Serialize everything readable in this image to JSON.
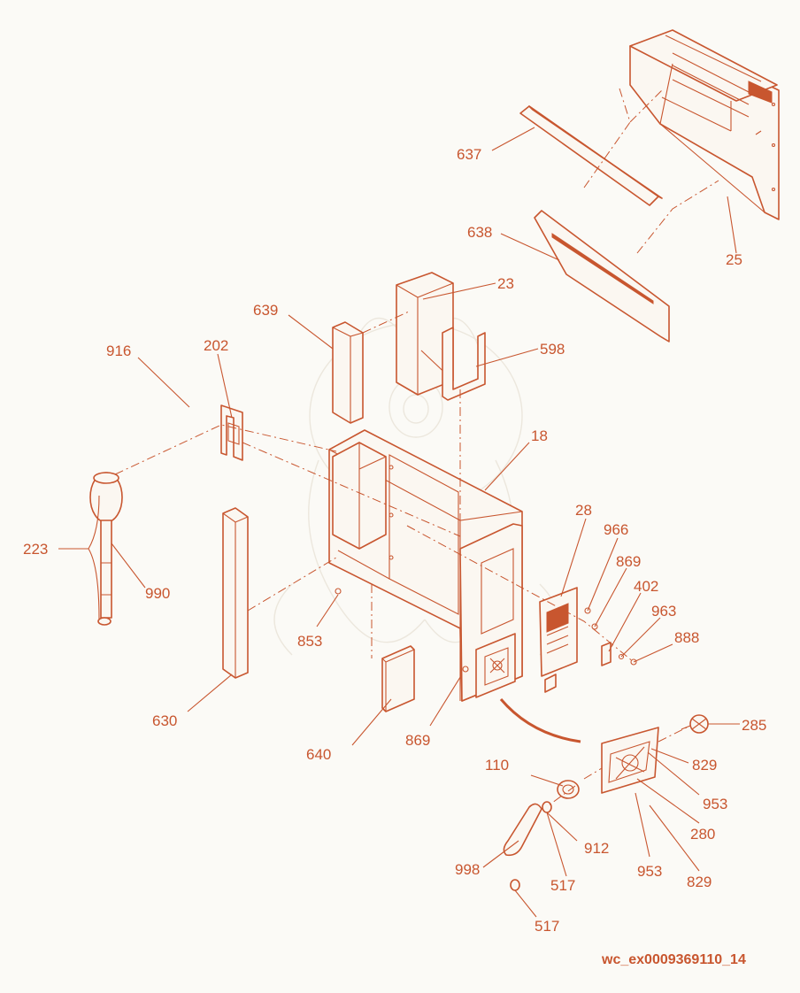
{
  "diagram": {
    "callouts": [
      {
        "id": "c637",
        "label": "637"
      },
      {
        "id": "c25",
        "label": "25"
      },
      {
        "id": "c638",
        "label": "638"
      },
      {
        "id": "c23",
        "label": "23"
      },
      {
        "id": "c639",
        "label": "639"
      },
      {
        "id": "c598",
        "label": "598"
      },
      {
        "id": "c916",
        "label": "916"
      },
      {
        "id": "c202",
        "label": "202"
      },
      {
        "id": "c18",
        "label": "18"
      },
      {
        "id": "c28",
        "label": "28"
      },
      {
        "id": "c966",
        "label": "966"
      },
      {
        "id": "c869a",
        "label": "869"
      },
      {
        "id": "c402",
        "label": "402"
      },
      {
        "id": "c963",
        "label": "963"
      },
      {
        "id": "c888",
        "label": "888"
      },
      {
        "id": "c223",
        "label": "223"
      },
      {
        "id": "c990",
        "label": "990"
      },
      {
        "id": "c853",
        "label": "853"
      },
      {
        "id": "c630",
        "label": "630"
      },
      {
        "id": "c640",
        "label": "640"
      },
      {
        "id": "c869b",
        "label": "869"
      },
      {
        "id": "c285",
        "label": "285"
      },
      {
        "id": "c829a",
        "label": "829"
      },
      {
        "id": "c953a",
        "label": "953"
      },
      {
        "id": "c110",
        "label": "110"
      },
      {
        "id": "c280",
        "label": "280"
      },
      {
        "id": "c912",
        "label": "912"
      },
      {
        "id": "c998",
        "label": "998"
      },
      {
        "id": "c517a",
        "label": "517"
      },
      {
        "id": "c953b",
        "label": "953"
      },
      {
        "id": "c829b",
        "label": "829"
      },
      {
        "id": "c517b",
        "label": "517"
      }
    ]
  },
  "footer": {
    "document_id": "wc_ex0009369110_14"
  },
  "colors": {
    "line": "#c8562f",
    "background": "#fbfaf6",
    "watermark": "#ece7dd"
  }
}
